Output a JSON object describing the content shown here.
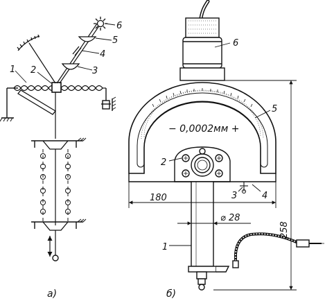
{
  "diagram_a": {
    "labels": {
      "n1": "1",
      "n2": "2",
      "n3": "3",
      "n4": "4",
      "n5": "5",
      "n6": "6"
    },
    "caption": "а)"
  },
  "diagram_b": {
    "labels": {
      "n1": "1",
      "n2": "2",
      "n3": "3",
      "n4": "4",
      "n5": "5",
      "n6": "6"
    },
    "scale_text": "− 0,0002мм +",
    "dim_width": "180",
    "dim_height": "258",
    "dim_diameter": "⌀ 28",
    "caption": "б)"
  }
}
